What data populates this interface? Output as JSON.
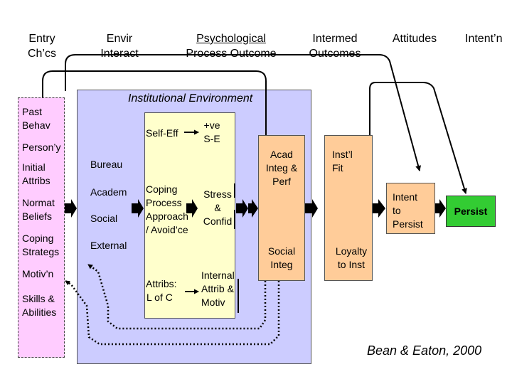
{
  "headers": {
    "entry": [
      "Entry",
      "Ch’cs"
    ],
    "envir": [
      "Envir",
      "Interact"
    ],
    "psych": [
      "Psychological",
      "Process  Outcome"
    ],
    "intermed": [
      "Intermed",
      "Outcomes"
    ],
    "attitudes": "Attitudes",
    "intent": "Intent’n"
  },
  "entry_items": [
    "Past",
    "Behav",
    "Person’y",
    "Initial",
    "Attribs",
    "Normat",
    "Beliefs",
    "Coping",
    "Strategs",
    "Motiv’n",
    "Skills &",
    "Abilities"
  ],
  "institutional_environment": "Institutional Environment",
  "envir_items": [
    "Bureau",
    "Academ",
    "Social",
    "External"
  ],
  "psych_process": {
    "self_eff": "Self-Eff",
    "coping": [
      "Coping",
      "Process",
      "Approach",
      "/ Avoid’ce"
    ],
    "attribs": [
      "Attribs:",
      "L of C"
    ]
  },
  "psych_outcome": {
    "ve_se": [
      "+ve",
      "S-E"
    ],
    "stress": [
      "Stress",
      "&",
      "Confid"
    ],
    "internal": [
      "Internal",
      "Attrib &",
      "Motiv"
    ]
  },
  "intermed": {
    "acad": [
      "Acad",
      "Integ &",
      "Perf"
    ],
    "social": [
      "Social",
      "Integ"
    ]
  },
  "attitudes": {
    "inst_fit": [
      "Inst’l",
      "Fit"
    ],
    "loyalty": [
      "Loyalty",
      "to Inst"
    ]
  },
  "intent_box": [
    "Intent",
    "to",
    "Persist"
  ],
  "persist": "Persist",
  "citation": "Bean & Eaton, 2000",
  "colors": {
    "entry_box": "#ffccff",
    "inst_env": "#ccccff",
    "psych_box": "#ffffcc",
    "outcome_boxes": "#ffcc99",
    "persist_box": "#33cc33",
    "arrow": "#000000"
  }
}
